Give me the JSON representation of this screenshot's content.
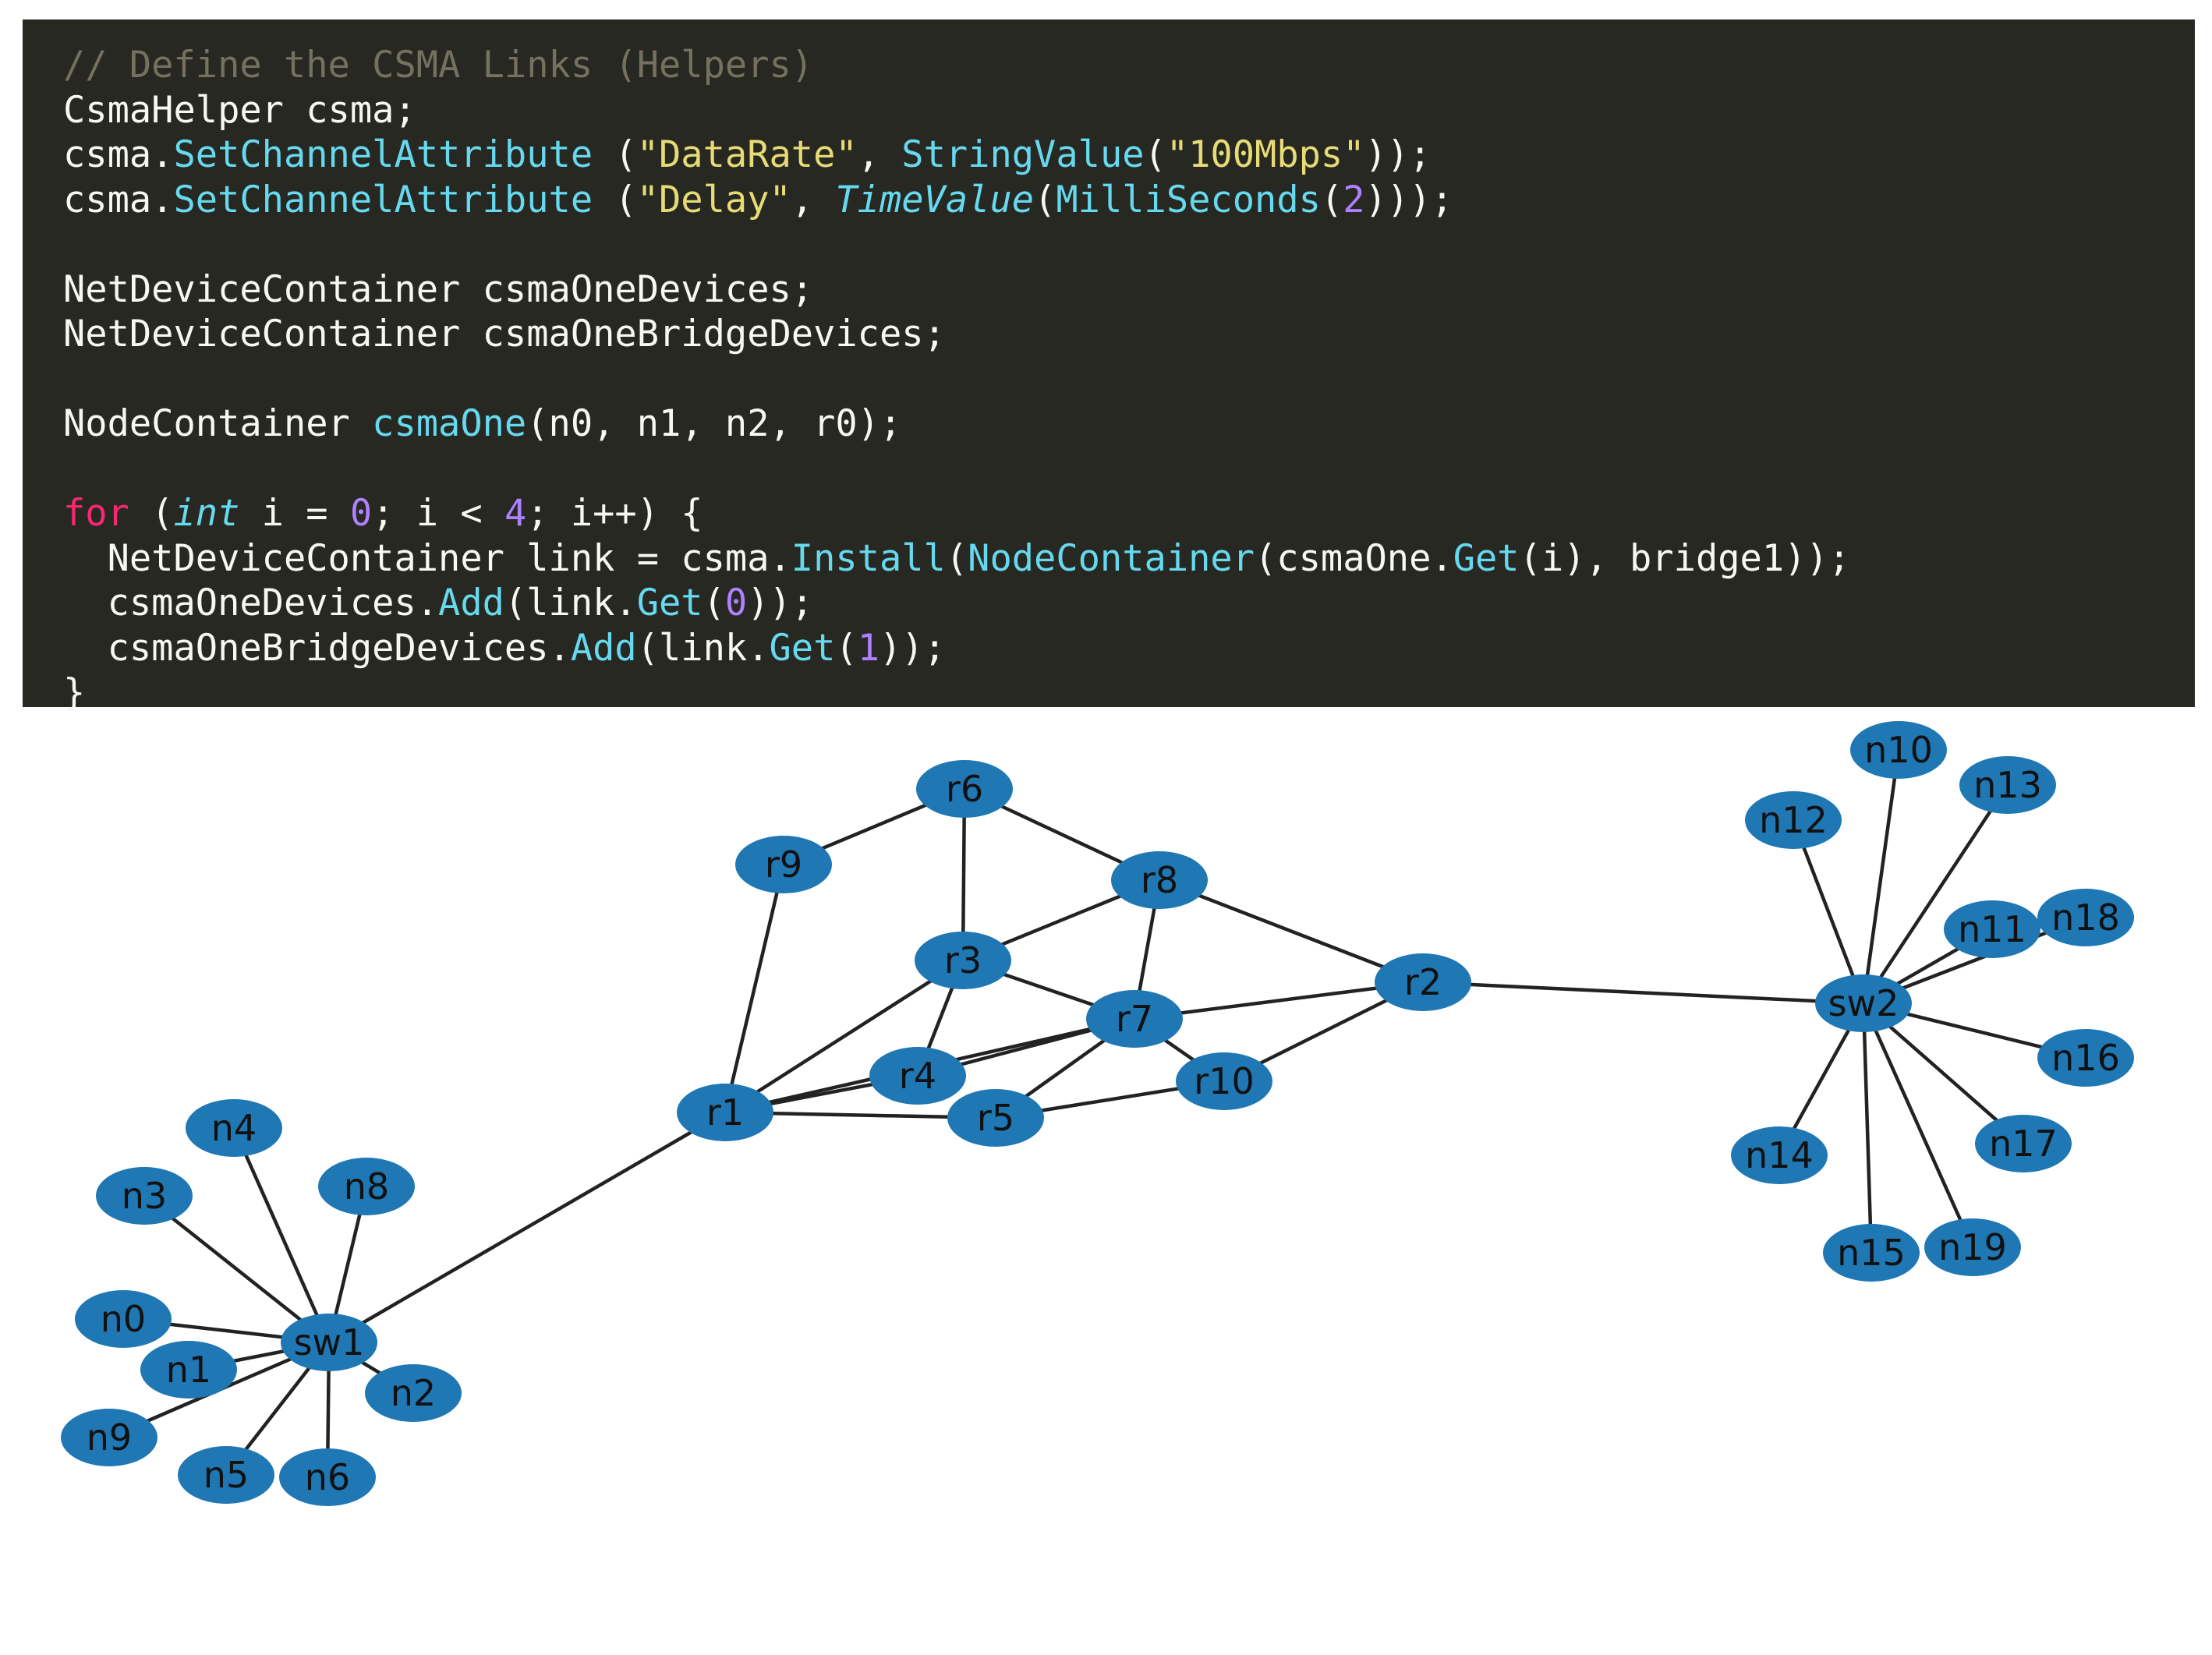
{
  "code": {
    "lines": [
      [
        {
          "text": "// Define the CSMA Links (Helpers)",
          "kind": "comment"
        }
      ],
      [
        {
          "text": "CsmaHelper csma;",
          "kind": "plain"
        }
      ],
      [
        {
          "text": "csma.",
          "kind": "plain"
        },
        {
          "text": "SetChannelAttribute",
          "kind": "func"
        },
        {
          "text": " (",
          "kind": "plain"
        },
        {
          "text": "\"DataRate\"",
          "kind": "string"
        },
        {
          "text": ", ",
          "kind": "plain"
        },
        {
          "text": "StringValue",
          "kind": "func"
        },
        {
          "text": "(",
          "kind": "plain"
        },
        {
          "text": "\"100Mbps\"",
          "kind": "string"
        },
        {
          "text": "));",
          "kind": "plain"
        }
      ],
      [
        {
          "text": "csma.",
          "kind": "plain"
        },
        {
          "text": "SetChannelAttribute",
          "kind": "func"
        },
        {
          "text": " (",
          "kind": "plain"
        },
        {
          "text": "\"Delay\"",
          "kind": "string"
        },
        {
          "text": ", ",
          "kind": "plain"
        },
        {
          "text": "TimeValue",
          "kind": "type"
        },
        {
          "text": "(",
          "kind": "plain"
        },
        {
          "text": "MilliSeconds",
          "kind": "func"
        },
        {
          "text": "(",
          "kind": "plain"
        },
        {
          "text": "2",
          "kind": "number"
        },
        {
          "text": ")));",
          "kind": "plain"
        }
      ],
      [],
      [
        {
          "text": "NetDeviceContainer csmaOneDevices;",
          "kind": "plain"
        }
      ],
      [
        {
          "text": "NetDeviceContainer csmaOneBridgeDevices;",
          "kind": "plain"
        }
      ],
      [],
      [
        {
          "text": "NodeContainer ",
          "kind": "plain"
        },
        {
          "text": "csmaOne",
          "kind": "func"
        },
        {
          "text": "(n0, n1, n2, r0);",
          "kind": "plain"
        }
      ],
      [],
      [
        {
          "text": "for",
          "kind": "keyword"
        },
        {
          "text": " (",
          "kind": "plain"
        },
        {
          "text": "int",
          "kind": "type"
        },
        {
          "text": " i = ",
          "kind": "plain"
        },
        {
          "text": "0",
          "kind": "number"
        },
        {
          "text": "; i < ",
          "kind": "plain"
        },
        {
          "text": "4",
          "kind": "number"
        },
        {
          "text": "; i++) {",
          "kind": "plain"
        }
      ],
      [
        {
          "text": "  NetDeviceContainer link = csma.",
          "kind": "plain"
        },
        {
          "text": "Install",
          "kind": "func"
        },
        {
          "text": "(",
          "kind": "plain"
        },
        {
          "text": "NodeContainer",
          "kind": "func"
        },
        {
          "text": "(csmaOne.",
          "kind": "plain"
        },
        {
          "text": "Get",
          "kind": "func"
        },
        {
          "text": "(i), bridge1));",
          "kind": "plain"
        }
      ],
      [
        {
          "text": "  csmaOneDevices.",
          "kind": "plain"
        },
        {
          "text": "Add",
          "kind": "func"
        },
        {
          "text": "(link.",
          "kind": "plain"
        },
        {
          "text": "Get",
          "kind": "func"
        },
        {
          "text": "(",
          "kind": "plain"
        },
        {
          "text": "0",
          "kind": "number"
        },
        {
          "text": "));",
          "kind": "plain"
        }
      ],
      [
        {
          "text": "  csmaOneBridgeDevices.",
          "kind": "plain"
        },
        {
          "text": "Add",
          "kind": "func"
        },
        {
          "text": "(link.",
          "kind": "plain"
        },
        {
          "text": "Get",
          "kind": "func"
        },
        {
          "text": "(",
          "kind": "plain"
        },
        {
          "text": "1",
          "kind": "number"
        },
        {
          "text": "));",
          "kind": "plain"
        }
      ],
      [
        {
          "text": "}",
          "kind": "plain"
        }
      ]
    ]
  },
  "graph": {
    "node_color": "#1f77b4",
    "nodes": [
      "sw1",
      "n0",
      "n1",
      "n2",
      "n3",
      "n4",
      "n5",
      "n6",
      "n8",
      "n9",
      "r1",
      "r2",
      "r3",
      "r4",
      "r5",
      "r6",
      "r7",
      "r8",
      "r9",
      "r10",
      "sw2",
      "n10",
      "n11",
      "n12",
      "n13",
      "n14",
      "n15",
      "n16",
      "n17",
      "n18",
      "n19"
    ],
    "edges": [
      [
        "sw1",
        "n0"
      ],
      [
        "sw1",
        "n1"
      ],
      [
        "sw1",
        "n2"
      ],
      [
        "sw1",
        "n3"
      ],
      [
        "sw1",
        "n4"
      ],
      [
        "sw1",
        "n5"
      ],
      [
        "sw1",
        "n6"
      ],
      [
        "sw1",
        "n8"
      ],
      [
        "sw1",
        "n9"
      ],
      [
        "sw1",
        "r1"
      ],
      [
        "r1",
        "r9"
      ],
      [
        "r1",
        "r3"
      ],
      [
        "r1",
        "r4"
      ],
      [
        "r1",
        "r5"
      ],
      [
        "r1",
        "r7"
      ],
      [
        "r9",
        "r6"
      ],
      [
        "r6",
        "r3"
      ],
      [
        "r6",
        "r8"
      ],
      [
        "r3",
        "r8"
      ],
      [
        "r3",
        "r4"
      ],
      [
        "r3",
        "r7"
      ],
      [
        "r8",
        "r7"
      ],
      [
        "r8",
        "r2"
      ],
      [
        "r4",
        "r7"
      ],
      [
        "r7",
        "r5"
      ],
      [
        "r7",
        "r10"
      ],
      [
        "r7",
        "r2"
      ],
      [
        "r5",
        "r10"
      ],
      [
        "r10",
        "r2"
      ],
      [
        "r2",
        "sw2"
      ],
      [
        "sw2",
        "n10"
      ],
      [
        "sw2",
        "n11"
      ],
      [
        "sw2",
        "n12"
      ],
      [
        "sw2",
        "n13"
      ],
      [
        "sw2",
        "n14"
      ],
      [
        "sw2",
        "n15"
      ],
      [
        "sw2",
        "n16"
      ],
      [
        "sw2",
        "n17"
      ],
      [
        "sw2",
        "n18"
      ],
      [
        "sw2",
        "n19"
      ]
    ]
  }
}
